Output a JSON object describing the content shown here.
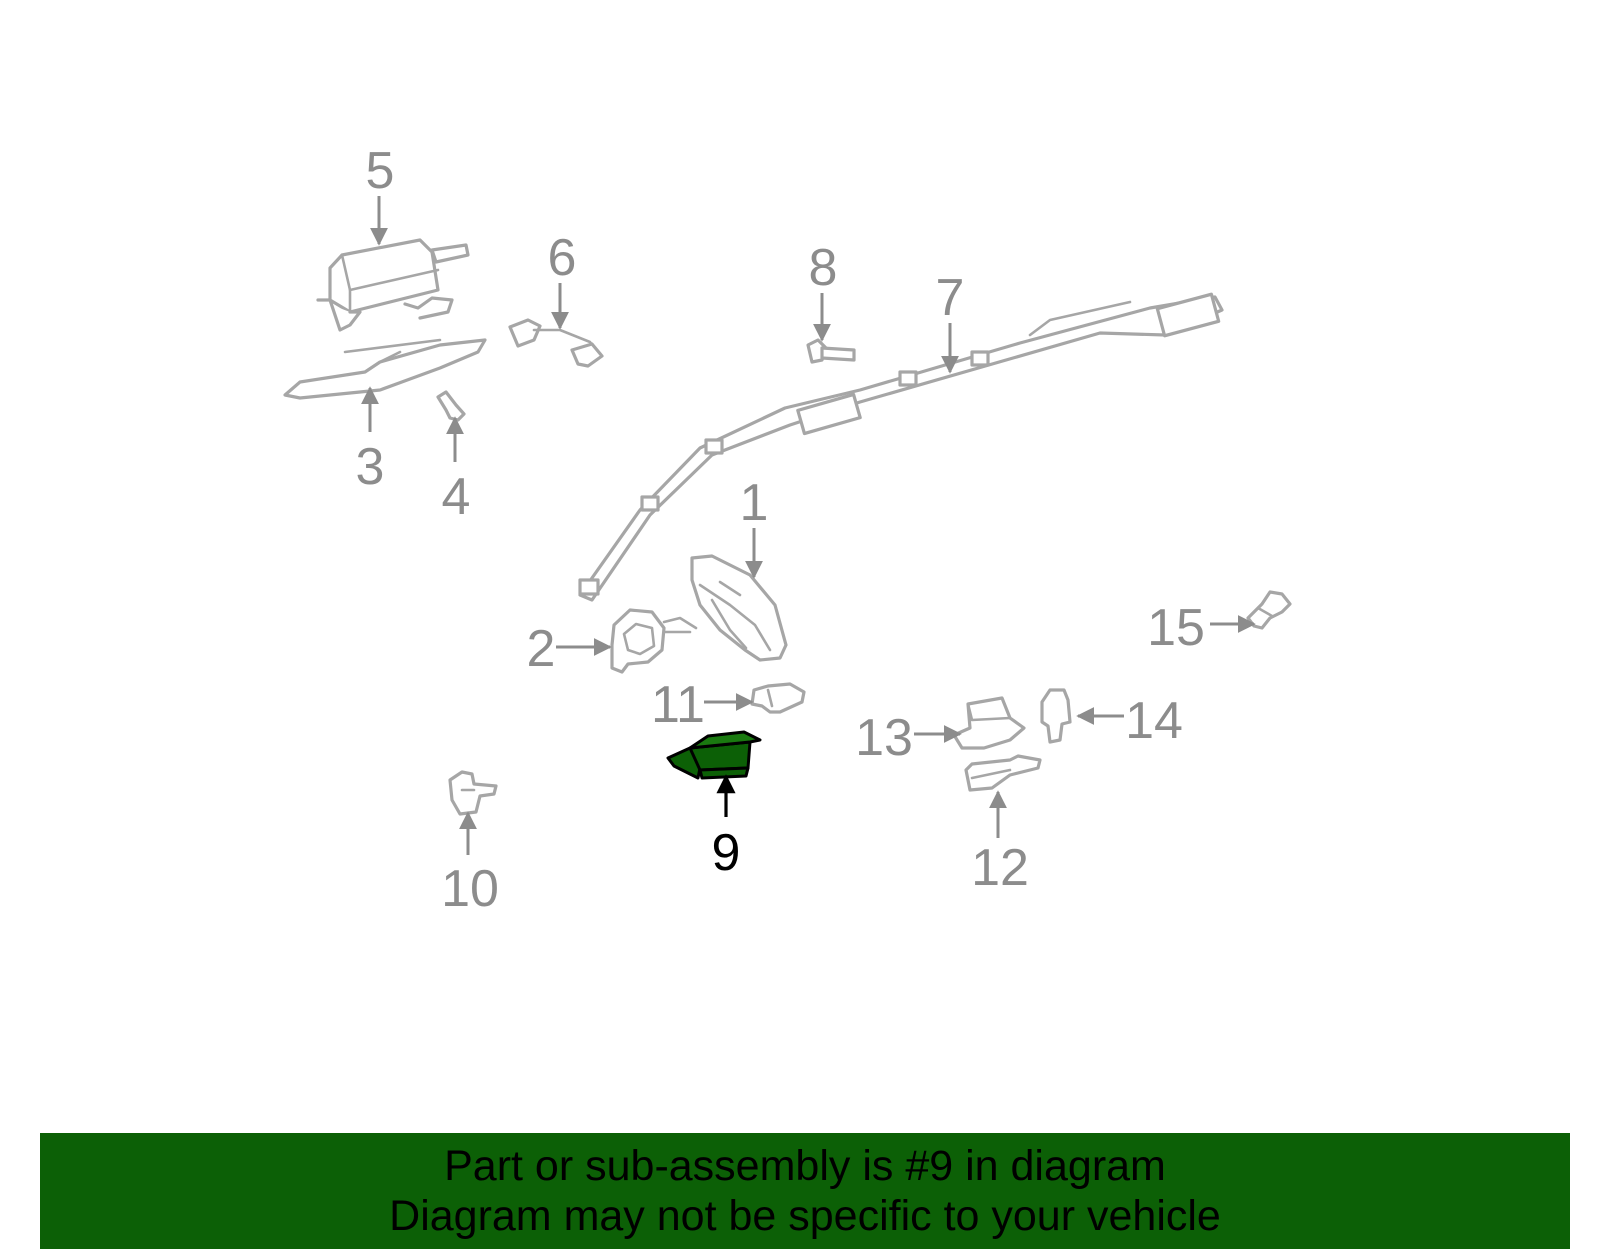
{
  "diagram": {
    "callouts": [
      {
        "id": "1",
        "label": "1"
      },
      {
        "id": "2",
        "label": "2"
      },
      {
        "id": "3",
        "label": "3"
      },
      {
        "id": "4",
        "label": "4"
      },
      {
        "id": "5",
        "label": "5"
      },
      {
        "id": "6",
        "label": "6"
      },
      {
        "id": "7",
        "label": "7"
      },
      {
        "id": "8",
        "label": "8"
      },
      {
        "id": "9",
        "label": "9"
      },
      {
        "id": "10",
        "label": "10"
      },
      {
        "id": "11",
        "label": "11"
      },
      {
        "id": "12",
        "label": "12"
      },
      {
        "id": "13",
        "label": "13"
      },
      {
        "id": "14",
        "label": "14"
      },
      {
        "id": "15",
        "label": "15"
      }
    ],
    "highlighted_part": "9",
    "colors": {
      "highlight": "#0c6006",
      "parts": "#a6a6a6",
      "callouts": "#8c8c8c",
      "active_callout": "#000000"
    }
  },
  "footer": {
    "line1": "Part or sub-assembly is #9 in diagram",
    "line2": "Diagram may not be specific to your vehicle",
    "background": "#0c6006"
  }
}
